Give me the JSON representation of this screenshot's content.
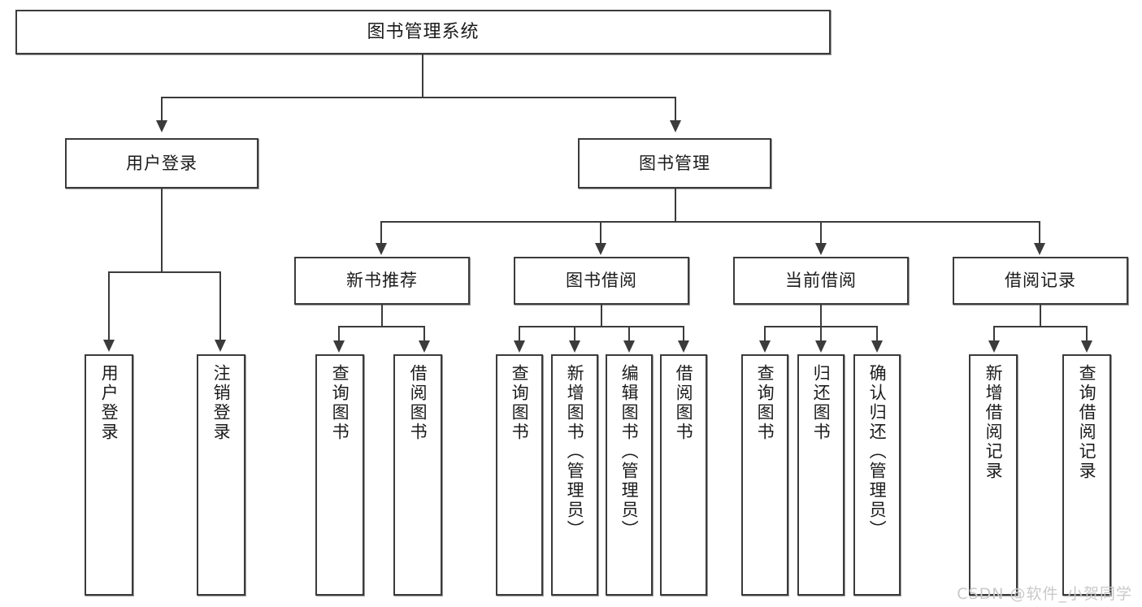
{
  "diagram": {
    "type": "tree",
    "title": "图书管理系统",
    "orientation": "top-down",
    "colors": {
      "box_border": "#3b3b3b",
      "box_fill": "#ffffff",
      "connector": "#3b3b3b",
      "text": "#1b1b1b",
      "watermark": "#c9c9c9",
      "background": "#ffffff"
    }
  },
  "nodes": {
    "root": {
      "label": "图书管理系统",
      "level": 1
    },
    "level2": [
      {
        "id": "user-login",
        "label": "用户登录"
      },
      {
        "id": "book-manage",
        "label": "图书管理"
      }
    ],
    "level3": [
      {
        "id": "new-book-recommend",
        "label": "新书推荐",
        "parent": "book-manage"
      },
      {
        "id": "book-borrow",
        "label": "图书借阅",
        "parent": "book-manage"
      },
      {
        "id": "current-borrow",
        "label": "当前借阅",
        "parent": "book-manage"
      },
      {
        "id": "borrow-record",
        "label": "借阅记录",
        "parent": "book-manage"
      }
    ],
    "leaves": [
      {
        "id": "leaf-user-login",
        "label": "用户登录",
        "parent": "user-login"
      },
      {
        "id": "leaf-logout",
        "label": "注销登录",
        "parent": "user-login"
      },
      {
        "id": "leaf-query-book-1",
        "label": "查询图书",
        "parent": "new-book-recommend"
      },
      {
        "id": "leaf-borrow-book-1",
        "label": "借阅图书",
        "parent": "new-book-recommend"
      },
      {
        "id": "leaf-query-book-2",
        "label": "查询图书",
        "parent": "book-borrow"
      },
      {
        "id": "leaf-add-book",
        "label": "新增图书（管理员）",
        "parent": "book-borrow"
      },
      {
        "id": "leaf-edit-book",
        "label": "编辑图书（管理员）",
        "parent": "book-borrow"
      },
      {
        "id": "leaf-borrow-book-2",
        "label": "借阅图书",
        "parent": "book-borrow"
      },
      {
        "id": "leaf-query-book-3",
        "label": "查询图书",
        "parent": "current-borrow"
      },
      {
        "id": "leaf-return-book",
        "label": "归还图书",
        "parent": "current-borrow"
      },
      {
        "id": "leaf-confirm-return",
        "label": "确认归还（管理员）",
        "parent": "current-borrow"
      },
      {
        "id": "leaf-add-record",
        "label": "新增借阅记录",
        "parent": "borrow-record"
      },
      {
        "id": "leaf-query-record",
        "label": "查询借阅记录",
        "parent": "borrow-record"
      }
    ]
  },
  "watermark": {
    "text": "CSDN @软件_小贺同学"
  }
}
